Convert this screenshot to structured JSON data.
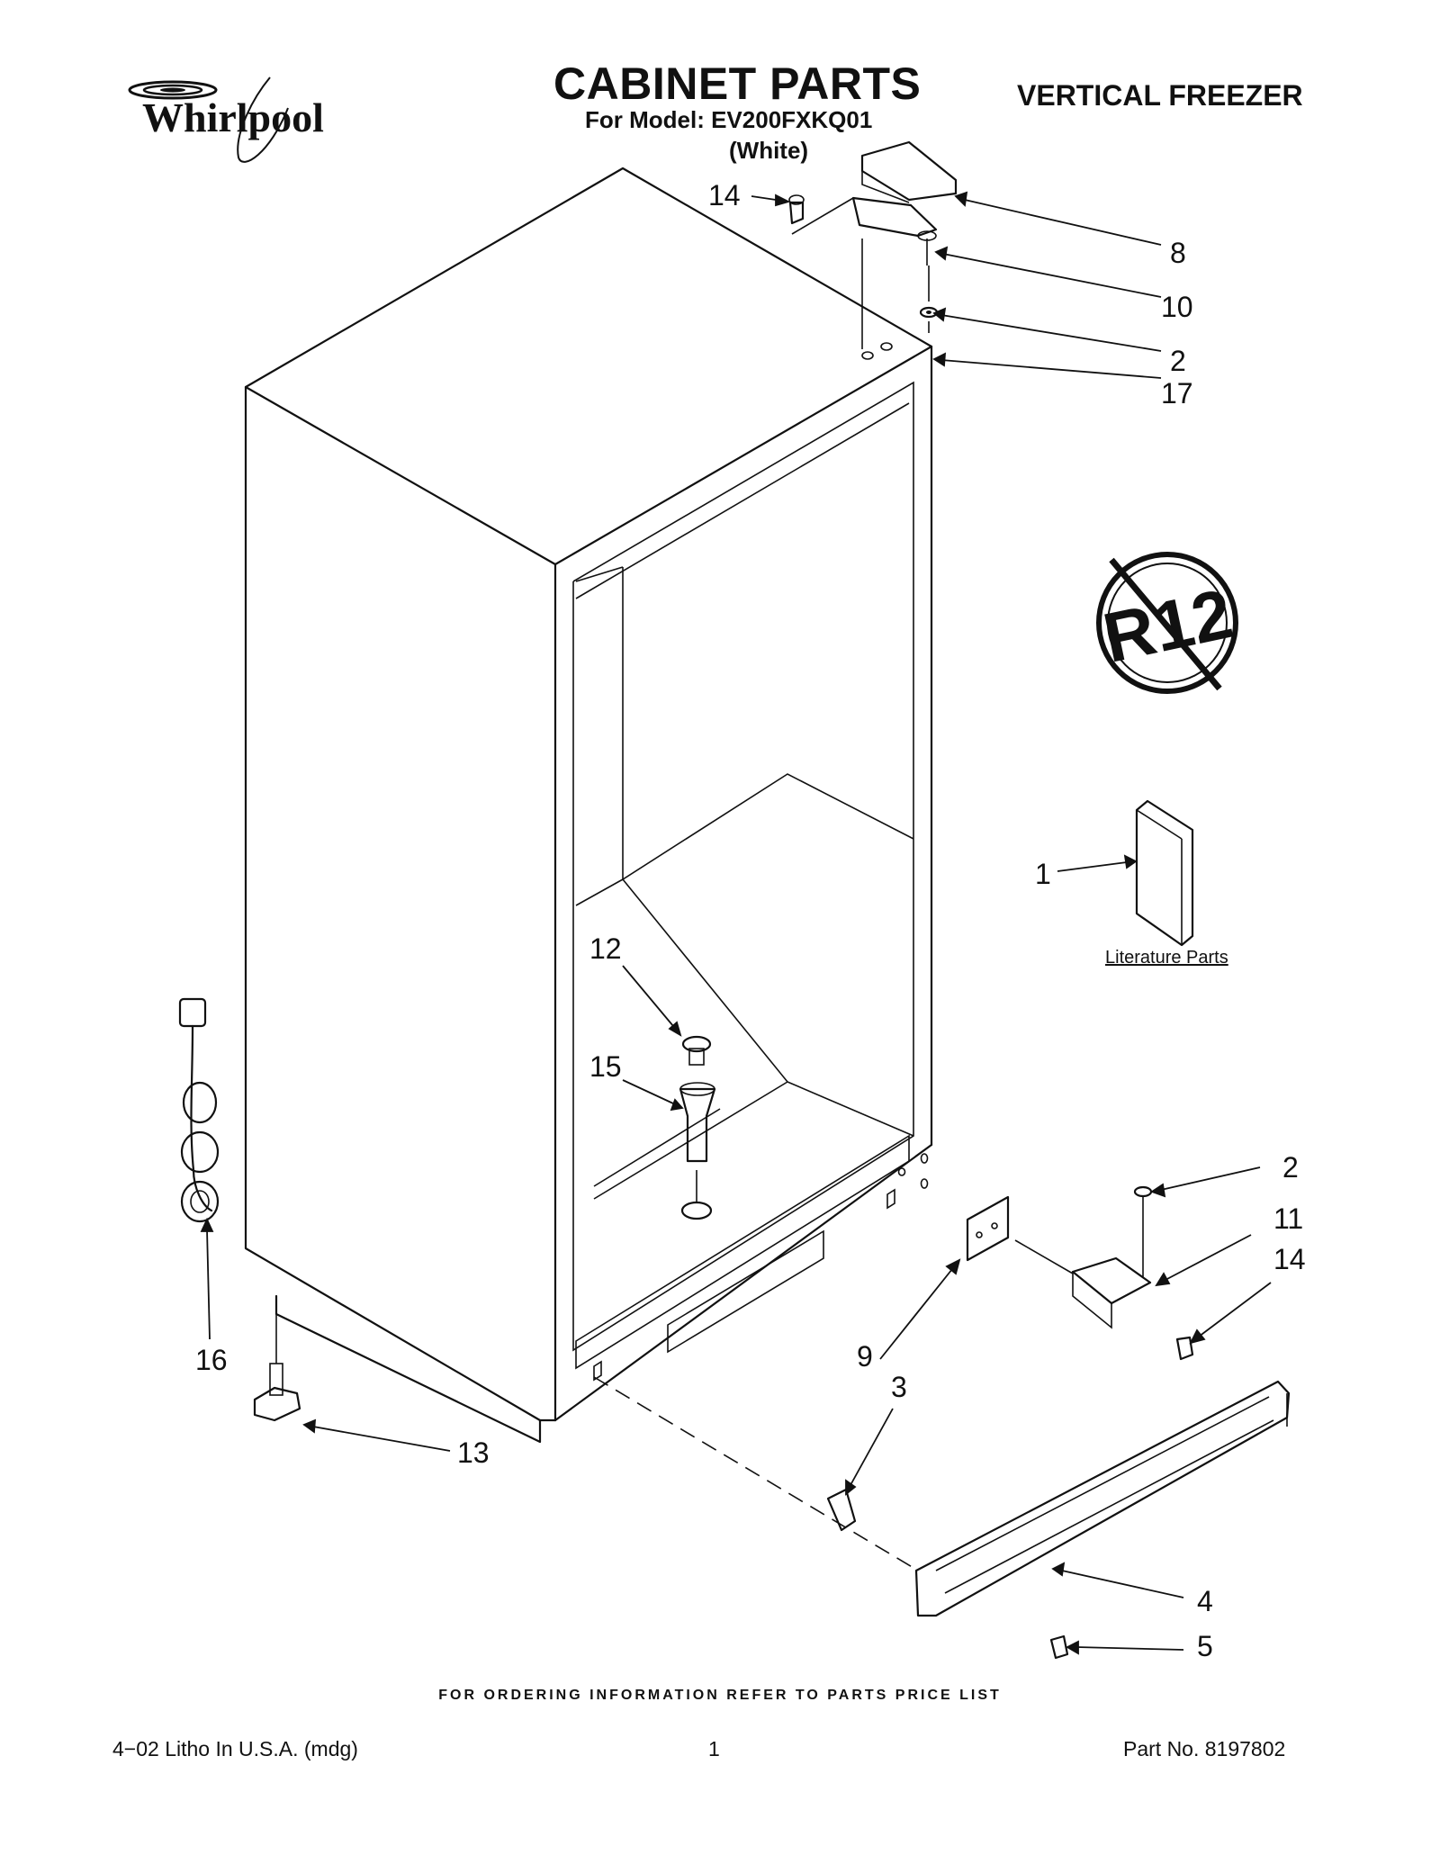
{
  "header": {
    "brand_logo_text": "Whirlpool",
    "title": "CABINET PARTS",
    "model_line": "For Model: EV200FXKQ01",
    "color_line": "(White)",
    "appliance_type": "VERTICAL FREEZER"
  },
  "diagram": {
    "callouts": {
      "c14_top": "14",
      "c8": "8",
      "c10": "10",
      "c2_top": "2",
      "c17": "17",
      "c1": "1",
      "c12": "12",
      "c15": "15",
      "c16": "16",
      "c13": "13",
      "c9": "9",
      "c3": "3",
      "c2_bottom": "2",
      "c11": "11",
      "c14_bottom": "14",
      "c4": "4",
      "c5": "5"
    },
    "literature_label": "Literature Parts",
    "badge_text": "R12"
  },
  "footer": {
    "ordering_note": "FOR ORDERING INFORMATION REFER TO PARTS PRICE LIST",
    "litho": "4−02 Litho In U.S.A. (mdg)",
    "page_number": "1",
    "part_number": "Part No. 8197802"
  }
}
